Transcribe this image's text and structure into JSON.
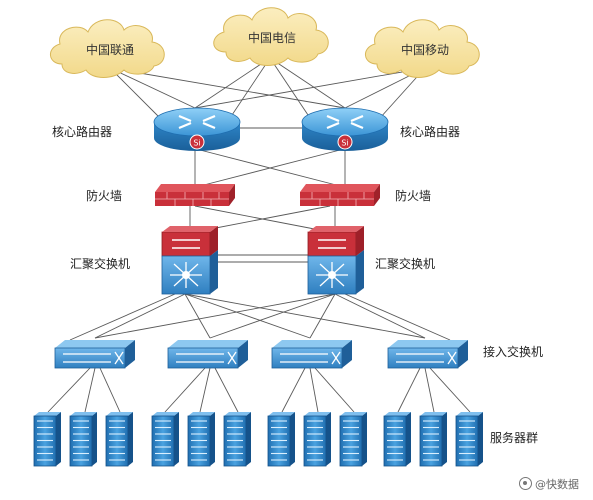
{
  "clouds": [
    {
      "label": "中国联通"
    },
    {
      "label": "中国电信"
    },
    {
      "label": "中国移动"
    }
  ],
  "layers": {
    "core": "核心路由器",
    "firewall": "防火墙",
    "aggregation": "汇聚交换机",
    "access": "接入交换机",
    "servers": "服务器群"
  },
  "router_badge": "Si",
  "watermark": "@快数据",
  "colors": {
    "cloud": "#f7e4a3",
    "router": "#2f86c8",
    "firewall": "#c9303a",
    "switch": "#3d8fd0",
    "server": "#2a7fc4",
    "line": "#555555"
  }
}
